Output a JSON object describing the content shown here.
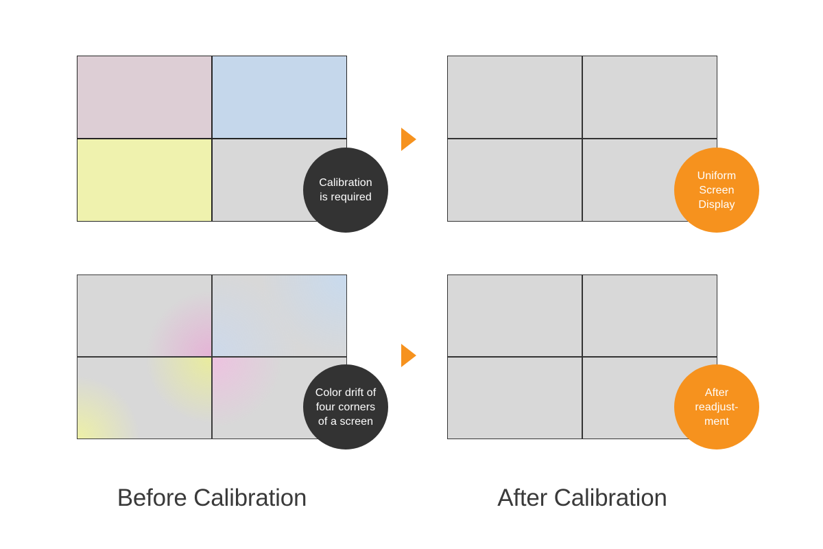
{
  "colors": {
    "background": "#ffffff",
    "panel_line": "#242424",
    "screen_gray": "#d8d8d8",
    "badge_dark": "#333333",
    "badge_orange": "#f6921e",
    "arrow_orange": "#f6921e",
    "badge_text": "#ffffff",
    "caption_text": "#3a3a3a",
    "tint_pink": "#ddced5",
    "tint_blue": "#c5d7eb",
    "tint_yellow": "#eff2ae",
    "drift_pink": "#e5b3d6",
    "drift_blue": "#c8daee",
    "drift_yellow": "#e9ec9d"
  },
  "before": {
    "caption": "Before Calibration",
    "top_panel": {
      "quadrant_colors": {
        "top_left": "#ddced5",
        "top_right": "#c5d7eb",
        "bottom_left": "#eff2ae",
        "bottom_right": "#d8d8d8"
      },
      "badge": {
        "color": "#333333",
        "lines": [
          "Calibration",
          "is required"
        ]
      }
    },
    "bottom_panel": {
      "base_color": "#d8d8d8",
      "drift_corner_colors": {
        "pink": "#e5b3d6",
        "blue": "#c8daee",
        "yellow": "#e9ec9d"
      },
      "badge": {
        "color": "#333333",
        "lines": [
          "Color drift of",
          "four corners",
          "of a screen"
        ]
      }
    }
  },
  "after": {
    "caption": "After Calibration",
    "top_panel": {
      "quadrant_colors": {
        "top_left": "#d8d8d8",
        "top_right": "#d8d8d8",
        "bottom_left": "#d8d8d8",
        "bottom_right": "#d8d8d8"
      },
      "badge": {
        "color": "#f6921e",
        "lines": [
          "Uniform",
          "Screen",
          "Display"
        ]
      }
    },
    "bottom_panel": {
      "quadrant_colors": {
        "top_left": "#d8d8d8",
        "top_right": "#d8d8d8",
        "bottom_left": "#d8d8d8",
        "bottom_right": "#d8d8d8"
      },
      "badge": {
        "color": "#f6921e",
        "lines": [
          "After",
          "readjust-",
          "ment"
        ]
      }
    }
  },
  "arrows": {
    "color": "#f6921e"
  }
}
